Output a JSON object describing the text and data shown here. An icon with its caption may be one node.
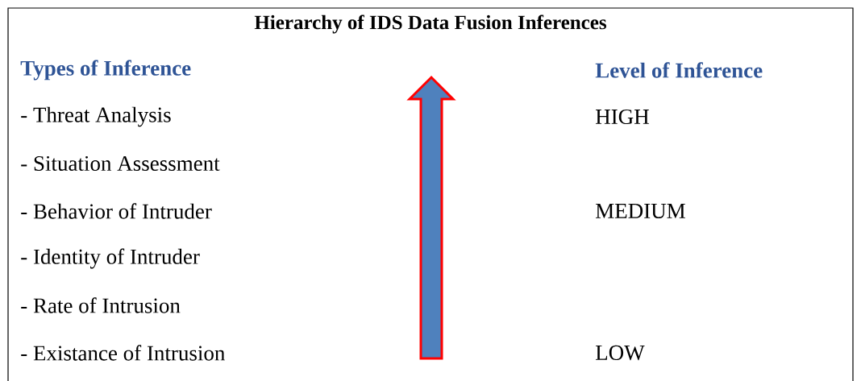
{
  "diagram": {
    "title": "Hierarchy of IDS Data Fusion Inferences",
    "labels": [
      "Types of Inference",
      "Level of Inference",
      "- Threat Analysis",
      "HIGH",
      "- Situation Assessment",
      "- Behavior of Intruder",
      "MEDIUM",
      "- Identity of Intruder",
      "- Rate of Intrusion",
      "- Existance of Intrusion",
      "LOW"
    ]
  }
}
